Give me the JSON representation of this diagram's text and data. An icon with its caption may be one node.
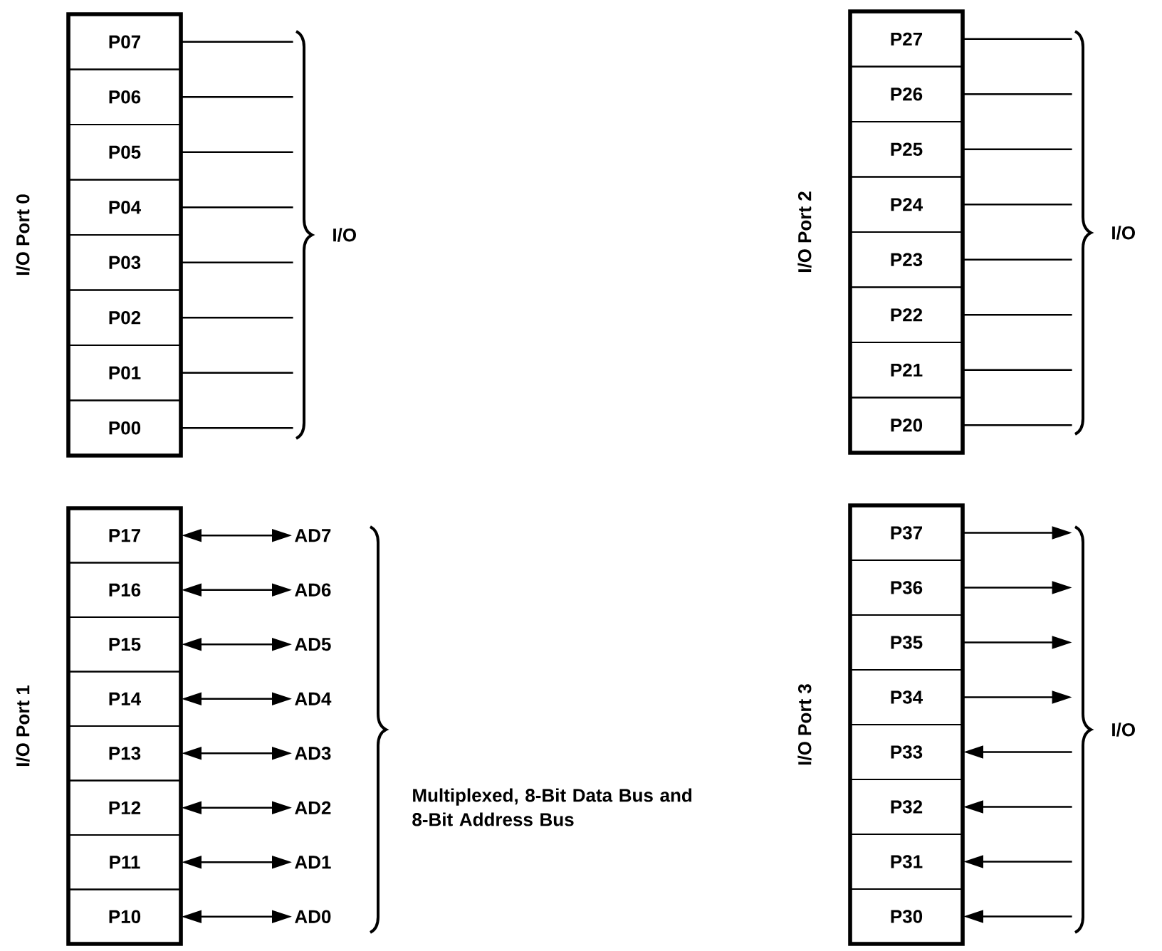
{
  "diagram": {
    "nodes": [
      {
        "text": [
          "I/O Port 0"
        ]
      },
      {
        "text": [
          "P07"
        ],
        "in": 0
      },
      {
        "text": [
          "P06"
        ],
        "in": 0
      },
      {
        "text": [
          "P05"
        ],
        "in": 0
      },
      {
        "text": [
          "P04"
        ],
        "in": 0
      },
      {
        "text": [
          "P03"
        ],
        "in": 0
      },
      {
        "text": [
          "P02"
        ],
        "in": 0
      },
      {
        "text": [
          "P01"
        ],
        "in": 0
      },
      {
        "text": [
          "P00"
        ],
        "in": 0
      },
      {
        "text": [
          "I/O Port 2"
        ]
      },
      {
        "text": [
          "P27"
        ],
        "in": 9
      },
      {
        "text": [
          "P26"
        ],
        "in": 9
      },
      {
        "text": [
          "P25"
        ],
        "in": 9
      },
      {
        "text": [
          "P24"
        ],
        "in": 9
      },
      {
        "text": [
          "P23"
        ],
        "in": 9
      },
      {
        "text": [
          "P22"
        ],
        "in": 9
      },
      {
        "text": [
          "P21"
        ],
        "in": 9
      },
      {
        "text": [
          "P20"
        ],
        "in": 9
      },
      {
        "text": [
          "I/O Port 1"
        ]
      },
      {
        "text": [
          "P17"
        ],
        "in": 18
      },
      {
        "text": [
          "P16"
        ],
        "in": 18
      },
      {
        "text": [
          "P15"
        ],
        "in": 18
      },
      {
        "text": [
          "P14"
        ],
        "in": 18
      },
      {
        "text": [
          "P13"
        ],
        "in": 18
      },
      {
        "text": [
          "P12"
        ],
        "in": 18
      },
      {
        "text": [
          "P11"
        ],
        "in": 18
      },
      {
        "text": [
          "P10"
        ],
        "in": 18
      },
      {
        "text": [
          "AD7"
        ]
      },
      {
        "text": [
          "AD6"
        ]
      },
      {
        "text": [
          "AD5"
        ]
      },
      {
        "text": [
          "AD4"
        ]
      },
      {
        "text": [
          "AD3"
        ]
      },
      {
        "text": [
          "AD2"
        ]
      },
      {
        "text": [
          "AD1"
        ]
      },
      {
        "text": [
          "AD0"
        ]
      },
      {
        "text": [
          "I/O Port 3"
        ]
      },
      {
        "text": [
          "P37"
        ],
        "in": 35
      },
      {
        "text": [
          "P36"
        ],
        "in": 35
      },
      {
        "text": [
          "P35"
        ],
        "in": 35
      },
      {
        "text": [
          "P34"
        ],
        "in": 35
      },
      {
        "text": [
          "P33"
        ],
        "in": 35
      },
      {
        "text": [
          "P32"
        ],
        "in": 35
      },
      {
        "text": [
          "P31"
        ],
        "in": 35
      },
      {
        "text": [
          "P30"
        ],
        "in": 35
      },
      {
        "text": [
          "I/O"
        ]
      },
      {
        "text": [
          "I/O"
        ]
      },
      {
        "text": [
          "I/O"
        ]
      }
    ],
    "edges": [
      {
        "from": 1,
        "to": 44,
        "arrow": "none"
      },
      {
        "from": 2,
        "to": 44,
        "arrow": "none"
      },
      {
        "from": 3,
        "to": 44,
        "arrow": "none"
      },
      {
        "from": 4,
        "to": 44,
        "arrow": "none"
      },
      {
        "from": 5,
        "to": 44,
        "arrow": "none"
      },
      {
        "from": 6,
        "to": 44,
        "arrow": "none"
      },
      {
        "from": 7,
        "to": 44,
        "arrow": "none"
      },
      {
        "from": 8,
        "to": 44,
        "arrow": "none"
      },
      {
        "from": 10,
        "to": 45,
        "arrow": "none"
      },
      {
        "from": 11,
        "to": 45,
        "arrow": "none"
      },
      {
        "from": 12,
        "to": 45,
        "arrow": "none"
      },
      {
        "from": 13,
        "to": 45,
        "arrow": "none"
      },
      {
        "from": 14,
        "to": 45,
        "arrow": "none"
      },
      {
        "from": 15,
        "to": 45,
        "arrow": "none"
      },
      {
        "from": 16,
        "to": 45,
        "arrow": "none"
      },
      {
        "from": 17,
        "to": 45,
        "arrow": "none"
      },
      {
        "from": 19,
        "to": 27,
        "arrow": "both"
      },
      {
        "from": 20,
        "to": 28,
        "arrow": "both"
      },
      {
        "from": 21,
        "to": 29,
        "arrow": "both"
      },
      {
        "from": 22,
        "to": 30,
        "arrow": "both"
      },
      {
        "from": 23,
        "to": 31,
        "arrow": "both"
      },
      {
        "from": 24,
        "to": 32,
        "arrow": "both"
      },
      {
        "from": 25,
        "to": 33,
        "arrow": "both"
      },
      {
        "from": 26,
        "to": 34,
        "arrow": "both"
      },
      {
        "from": 36,
        "to": 46,
        "arrow": "to"
      },
      {
        "from": 37,
        "to": 46,
        "arrow": "to"
      },
      {
        "from": 38,
        "to": 46,
        "arrow": "to"
      },
      {
        "from": 39,
        "to": 46,
        "arrow": "to"
      },
      {
        "from": 46,
        "to": 40,
        "arrow": "to"
      },
      {
        "from": 46,
        "to": 41,
        "arrow": "to"
      },
      {
        "from": 46,
        "to": 42,
        "arrow": "to"
      },
      {
        "from": 46,
        "to": 43,
        "arrow": "to"
      }
    ],
    "labels": [
      "Multiplexed, 8-Bit Data Bus and 8-Bit Address Bus"
    ]
  }
}
